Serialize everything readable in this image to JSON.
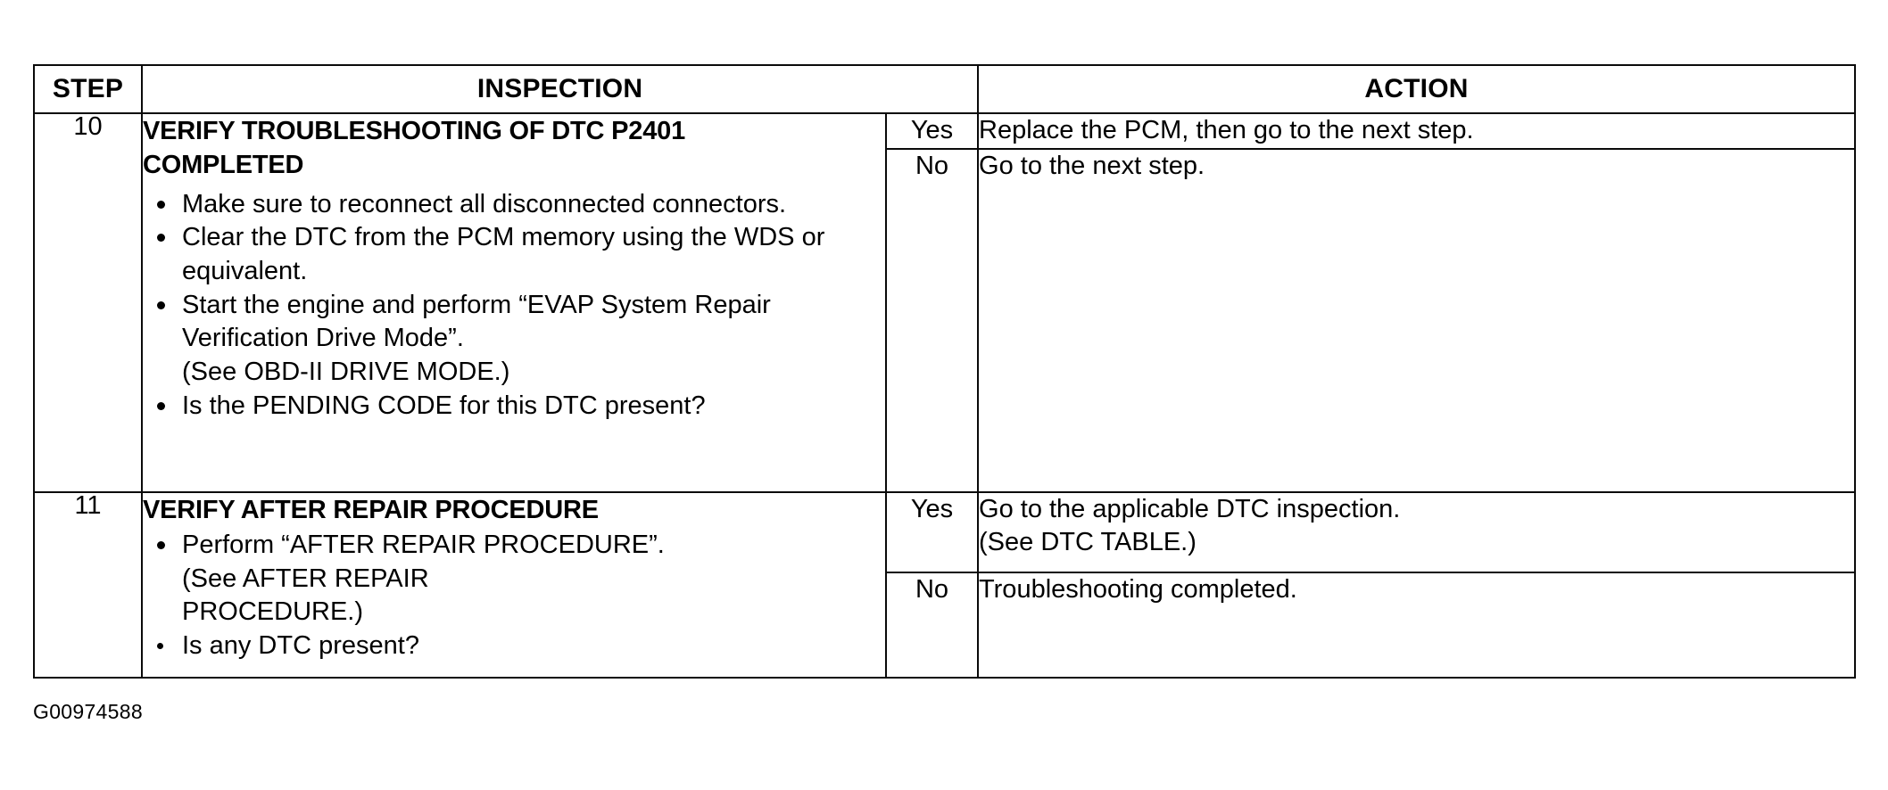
{
  "document": {
    "figure_id": "G00974588"
  },
  "table": {
    "headers": {
      "step": "STEP",
      "inspection": "INSPECTION",
      "action": "ACTION"
    },
    "rows": [
      {
        "step": "10",
        "inspection": {
          "title_line_1": "VERIFY TROUBLESHOOTING OF DTC P2401",
          "title_line_2": "COMPLETED",
          "bullets": [
            "Make sure to reconnect all disconnected connectors.",
            "Clear the DTC from the PCM memory using the WDS or equivalent.",
            "Start the engine and perform “EVAP System Repair Verification Drive Mode”.",
            "Is the PENDING CODE for this DTC present?"
          ],
          "bullet_3_reference": "(See OBD-II DRIVE MODE.)"
        },
        "results": [
          {
            "label": "Yes",
            "action_line_1": "Replace the PCM, then go to the next step.",
            "action_line_2": ""
          },
          {
            "label": "No",
            "action_line_1": "Go to the next step.",
            "action_line_2": ""
          }
        ]
      },
      {
        "step": "11",
        "inspection": {
          "title_line_1": "VERIFY AFTER REPAIR PROCEDURE",
          "title_line_2": "",
          "bullets": [
            "Perform “AFTER REPAIR PROCEDURE”.",
            "Is any DTC present?"
          ],
          "bullet_1_reference_line_1": "(See AFTER REPAIR",
          "bullet_1_reference_line_2": "PROCEDURE.)"
        },
        "results": [
          {
            "label": "Yes",
            "action_line_1": "Go to the applicable DTC inspection.",
            "action_line_2": "(See DTC TABLE.)"
          },
          {
            "label": "No",
            "action_line_1": "Troubleshooting completed.",
            "action_line_2": ""
          }
        ]
      }
    ]
  }
}
